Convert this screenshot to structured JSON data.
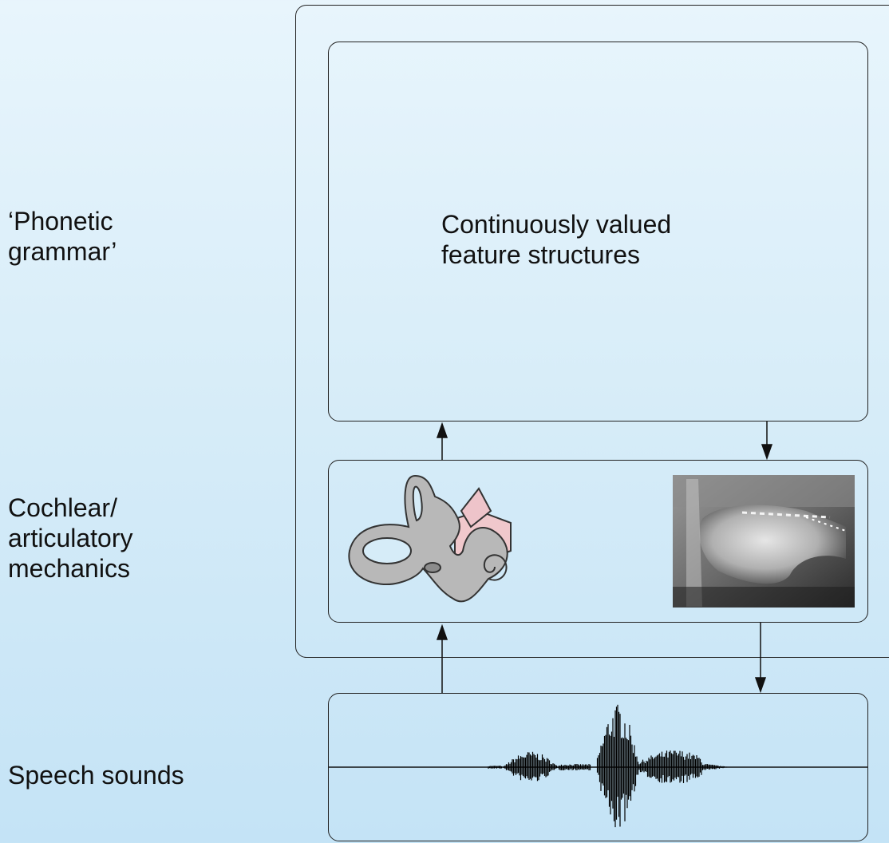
{
  "left_labels": {
    "phonetic": [
      "‘Phonetic",
      "grammar’"
    ],
    "cochlear": [
      "Cochlear/",
      "articulatory",
      "mechanics"
    ],
    "speech": "Speech sounds"
  },
  "feature_box": {
    "lines": [
      "Continuously valued",
      "feature structures"
    ]
  },
  "icons": {
    "ear": "inner-ear-cochlea-icon",
    "xray": "vocal-tract-xray-image",
    "waveform": "speech-waveform"
  },
  "colors": {
    "background_top": "#e8f5fc",
    "background_bottom": "#c4e3f6",
    "border": "#222222",
    "ear_gray": "#b8b8b8",
    "ear_pink": "#f0c8cc"
  }
}
